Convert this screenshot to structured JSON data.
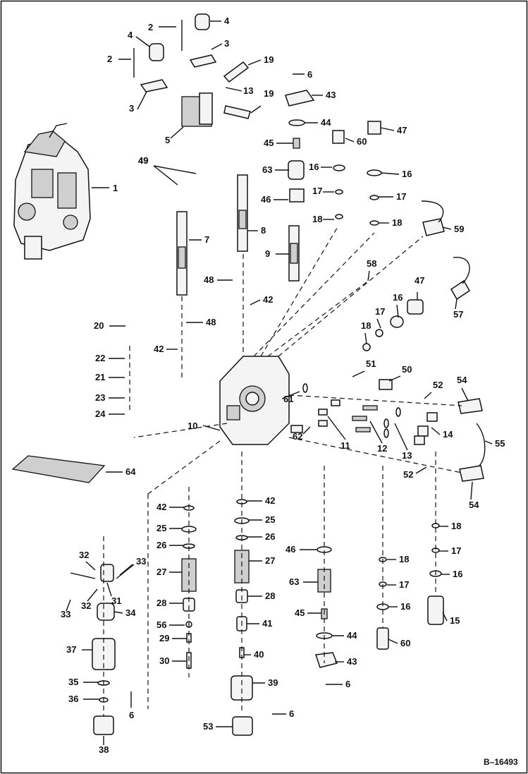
{
  "drawing_id": "B–16493",
  "callouts": [
    "1",
    "2",
    "3",
    "4",
    "5",
    "6",
    "7",
    "8",
    "9",
    "10",
    "11",
    "12",
    "13",
    "14",
    "15",
    "16",
    "17",
    "18",
    "19",
    "20",
    "21",
    "22",
    "23",
    "24",
    "25",
    "26",
    "27",
    "28",
    "29",
    "30",
    "31",
    "32",
    "33",
    "34",
    "35",
    "36",
    "37",
    "38",
    "39",
    "40",
    "41",
    "42",
    "43",
    "44",
    "45",
    "46",
    "47",
    "48",
    "49",
    "50",
    "51",
    "52",
    "53",
    "54",
    "55",
    "56",
    "57",
    "58",
    "59",
    "60",
    "61",
    "62",
    "63",
    "64"
  ]
}
